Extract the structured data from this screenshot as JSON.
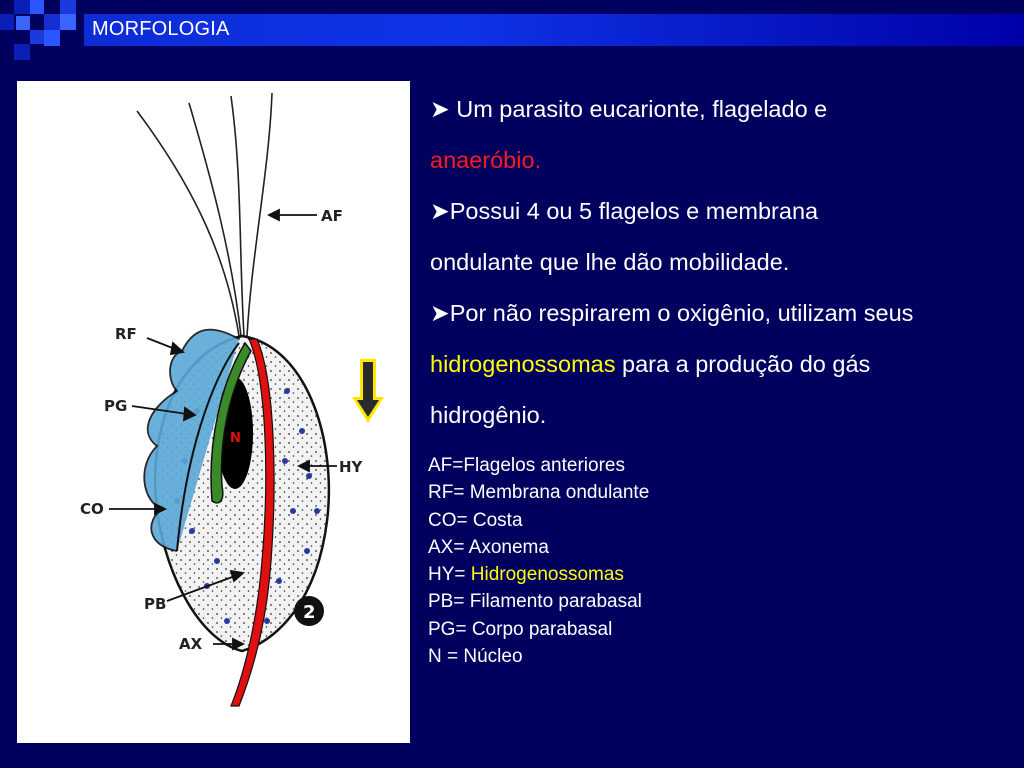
{
  "slide": {
    "title": "MORFOLOGIA"
  },
  "figure": {
    "labels": {
      "af": "AF",
      "rf": "RF",
      "pg": "PG",
      "co": "CO",
      "pb": "PB",
      "ax": "AX",
      "hy": "HY",
      "n": "N",
      "number": "2"
    }
  },
  "bullets": {
    "b1_part1": "Um parasito eucarionte, flagelado e",
    "b1_part2": "anaeróbio.",
    "b2_part1": "Possui 4 ou 5 flagelos e membrana",
    "b2_part2": "ondulante que lhe dão mobilidade.",
    "b3_part1": "Por não respirarem o oxigênio, utilizam seus",
    "b3_highlight": "hidrogenossomas",
    "b3_part2": " para a produção do gás",
    "b3_part3": "hidrogênio."
  },
  "legend": {
    "af": "AF=Flagelos anteriores",
    "rf": "RF= Membrana ondulante",
    "co": "CO= Costa",
    "ax": "AX= Axonema",
    "hy_prefix": "HY= ",
    "hy_value": "Hidrogenossomas",
    "pb": "PB= Filamento parabasal",
    "pg": "PG= Corpo parabasal",
    "n": "N = Núcleo"
  },
  "colors": {
    "background": "#00005e",
    "title_bar": "#0f33e6",
    "highlight_red": "#ff1a1a",
    "highlight_yellow": "#ffff00",
    "axostyle": "#e01010",
    "parabasal_body": "#3a8a2a",
    "membrane": "#5aa8d8"
  }
}
